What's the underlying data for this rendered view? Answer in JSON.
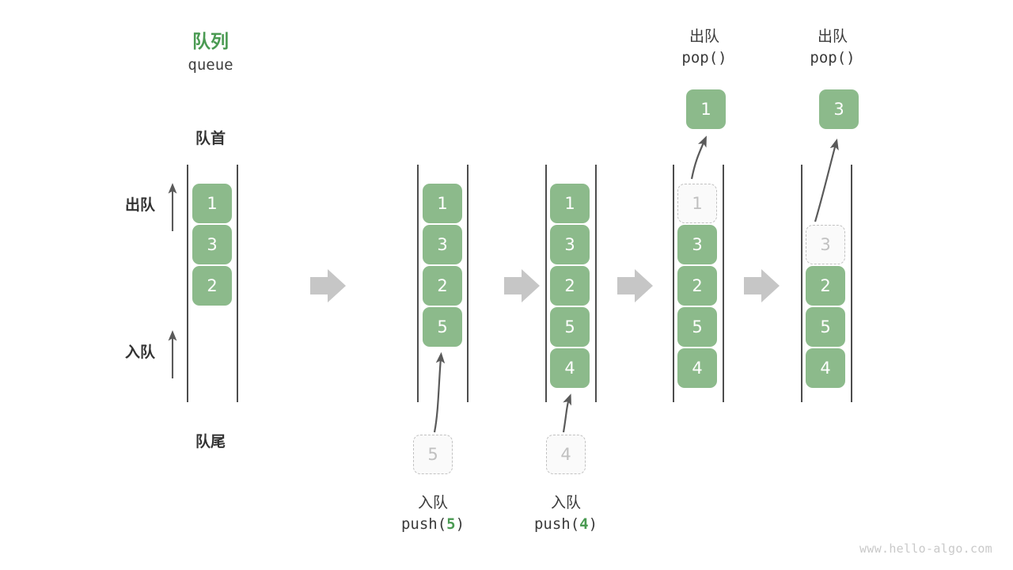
{
  "diagram": {
    "title_cn": "队列",
    "title_en": "queue",
    "head_label": "队首",
    "tail_label": "队尾",
    "dequeue_label": "出队",
    "enqueue_label": "入队",
    "watermark": "www.hello-algo.com",
    "accent_green": "#4a9a52",
    "cell_green": "#8cba8b",
    "ghost_gray": "#c2c2c2",
    "arrow_gray": "#c6c6c6",
    "rail_gray": "#4d4d4d"
  },
  "columns": [
    {
      "id": "state-initial",
      "cells": [
        {
          "value": "1",
          "style": "filled"
        },
        {
          "value": "3",
          "style": "filled"
        },
        {
          "value": "2",
          "style": "filled"
        }
      ]
    },
    {
      "id": "state-after-push-5",
      "cells": [
        {
          "value": "1",
          "style": "filled"
        },
        {
          "value": "3",
          "style": "filled"
        },
        {
          "value": "2",
          "style": "filled"
        },
        {
          "value": "5",
          "style": "filled"
        }
      ],
      "incoming": {
        "value": "5",
        "style": "ghost"
      },
      "caption_cn": "入队",
      "caption_code_pre": "push(",
      "caption_code_num": "5",
      "caption_code_post": ")"
    },
    {
      "id": "state-after-push-4",
      "cells": [
        {
          "value": "1",
          "style": "filled"
        },
        {
          "value": "3",
          "style": "filled"
        },
        {
          "value": "2",
          "style": "filled"
        },
        {
          "value": "5",
          "style": "filled"
        },
        {
          "value": "4",
          "style": "filled"
        }
      ],
      "incoming": {
        "value": "4",
        "style": "ghost"
      },
      "caption_cn": "入队",
      "caption_code_pre": "push(",
      "caption_code_num": "4",
      "caption_code_post": ")"
    },
    {
      "id": "state-after-pop-1",
      "cells": [
        {
          "value": "1",
          "style": "ghost"
        },
        {
          "value": "3",
          "style": "filled"
        },
        {
          "value": "2",
          "style": "filled"
        },
        {
          "value": "5",
          "style": "filled"
        },
        {
          "value": "4",
          "style": "filled"
        }
      ],
      "popped": {
        "value": "1",
        "style": "filled"
      },
      "header_cn": "出队",
      "header_code": "pop()"
    },
    {
      "id": "state-after-pop-3",
      "cells": [
        {
          "value": "3",
          "style": "ghost"
        },
        {
          "value": "2",
          "style": "filled"
        },
        {
          "value": "5",
          "style": "filled"
        },
        {
          "value": "4",
          "style": "filled"
        }
      ],
      "popped": {
        "value": "3",
        "style": "filled"
      },
      "header_cn": "出队",
      "header_code": "pop()"
    }
  ]
}
